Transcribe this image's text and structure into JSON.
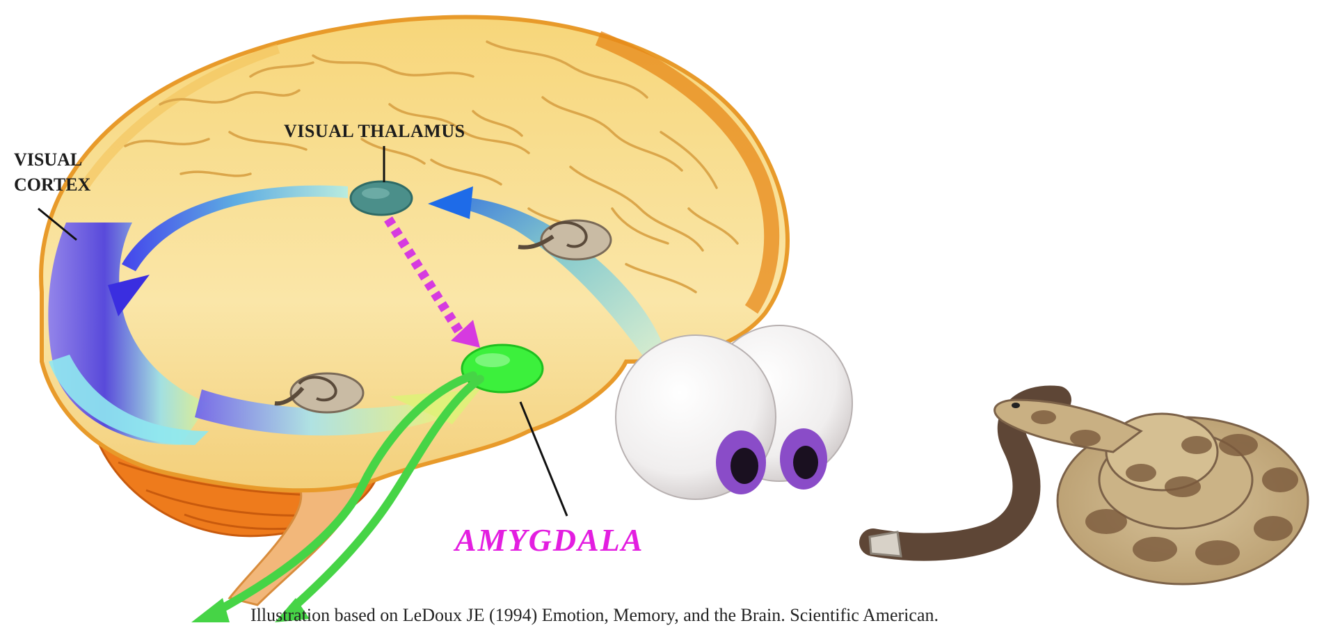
{
  "labels": {
    "visual_thalamus": "VISUAL THALAMUS",
    "visual_cortex_line1": "VISUAL",
    "visual_cortex_line2": "CORTEX",
    "amygdala": "AMYGDALA"
  },
  "caption": "Illustration based on LeDoux JE (1994) Emotion, Memory, and the Brain. Scientific American.",
  "colors": {
    "brain": "#f6dc8c",
    "brain_edge": "#e8a030",
    "cerebellum": "#ef7a1a",
    "amygdala": "#3cf03c",
    "thalamus": "#4e8f8a",
    "amygdala_label": "#e31ee0",
    "cortex_path": "#5a4de0",
    "fast_path": "#d63ae0"
  }
}
